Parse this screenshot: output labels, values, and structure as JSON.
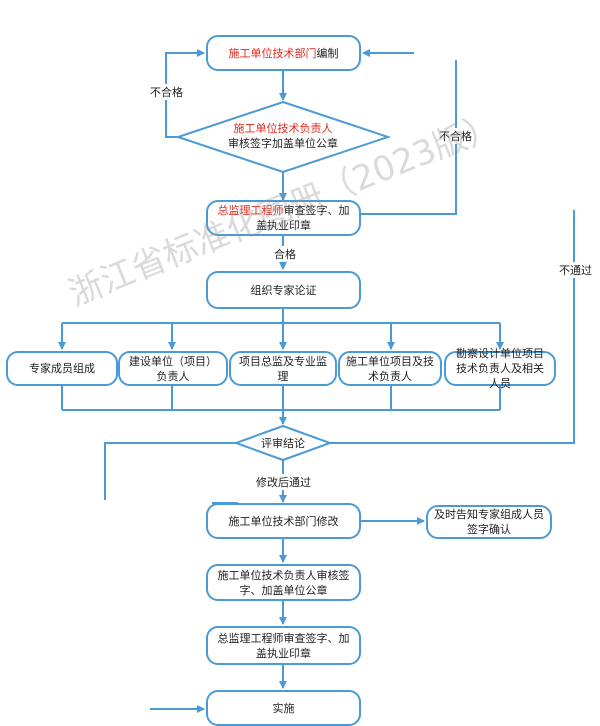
{
  "nodes": {
    "n1": {
      "red": "施工单位技术部门",
      "black": "编制"
    },
    "d1": {
      "red": "施工单位技术负责人",
      "black": "审核签字加盖单位公章"
    },
    "n2": {
      "red": "总监理工程师",
      "black": "审查签字、加盖执业印章"
    },
    "n3": "组织专家论证",
    "p1": "专家成员组成",
    "p2": "建设单位（项目）负责人",
    "p3": "项目总监及专业监理",
    "p4": "施工单位项目及技术负责人",
    "p5": "勘察设计单位项目技术负责人及相关人员",
    "d2": "评审结论",
    "n4": "施工单位技术部门修改",
    "side": "及时告知专家组成人员签字确认",
    "n5": "施工单位技术负责人审核签字、加盖单位公章",
    "n6": "总监理工程师审查签字、加盖执业印章",
    "n7": "实施"
  },
  "labels": {
    "fail1": "不合格",
    "fail2": "不合格",
    "pass": "合格",
    "notpass": "不通过",
    "modpass": "修改后通过"
  },
  "watermark": "浙江省标准化图册（2023版）",
  "colors": {
    "line": "#4a9ad6",
    "red": "#e0281e"
  }
}
